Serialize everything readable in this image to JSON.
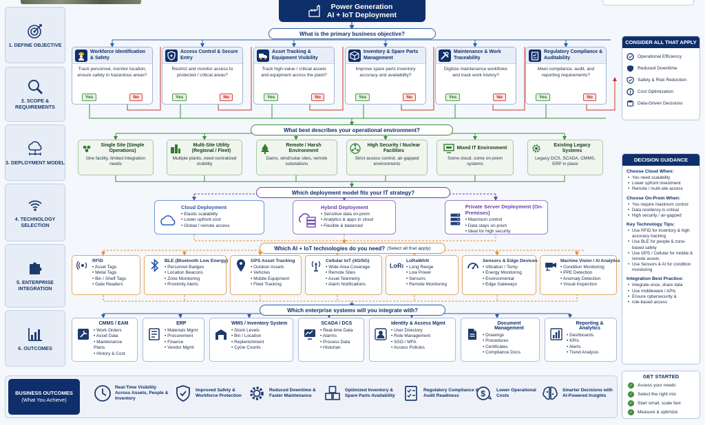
{
  "title": {
    "line1": "Power Generation",
    "line2": "AI + IoT Deployment"
  },
  "stages": [
    {
      "label": "1. DEFINE OBJECTIVE",
      "icon": "target-icon"
    },
    {
      "label": "2. SCOPE & REQUIREMENTS",
      "icon": "magnifier-icon"
    },
    {
      "label": "3. DEPLOYMENT MODEL",
      "icon": "cloud-network-icon"
    },
    {
      "label": "4. TECHNOLOGY SELECTION",
      "icon": "wireless-icon"
    },
    {
      "label": "5. ENTERPRISE INTEGRATION",
      "icon": "puzzle-icon"
    },
    {
      "label": "6. OUTCOMES",
      "icon": "bar-chart-icon"
    }
  ],
  "questions": {
    "q1": "What is the primary business objective?",
    "q2": "What best describes your operational environment?",
    "q3": "Which deployment model fits your IT strategy?",
    "q4": "Which AI + IoT technologies do you need?",
    "q4_sub": "(Select all that apply)",
    "q5": "Which enterprise systems will you integrate with?"
  },
  "objectives": [
    {
      "title": "Workforce Identification & Safety",
      "body": "Track personnel, monitor location, ensure safety in hazardous areas?",
      "yes": "Yes",
      "no": "No",
      "icon": "worker-icon"
    },
    {
      "title": "Access Control & Secure Entry",
      "body": "Restrict and monitor access to protected / critical areas?",
      "yes": "Yes",
      "no": "No",
      "icon": "shield-icon"
    },
    {
      "title": "Asset Tracking & Equipment Visibility",
      "body": "Track high-value / critical assets and equipment across the plant?",
      "yes": "Yes",
      "no": "No",
      "icon": "truck-icon"
    },
    {
      "title": "Inventory & Spare Parts Management",
      "body": "Improve spare parts inventory accuracy and availability?",
      "yes": "Yes",
      "no": "No",
      "icon": "box-icon"
    },
    {
      "title": "Maintenance & Work Traceability",
      "body": "Digitize maintenance workflows and track work history?",
      "yes": "Yes",
      "no": "No",
      "icon": "tools-icon"
    },
    {
      "title": "Regulatory Compliance & Auditability",
      "body": "Meet compliance, audit, and reporting requirements?",
      "yes": "Yes",
      "no": "No",
      "icon": "clipboard-icon"
    }
  ],
  "environments": [
    {
      "title": "Single Site (Simple Operations)",
      "body": "One facility, limited integration needs",
      "icon": "site-icon"
    },
    {
      "title": "Multi-Site Utility (Regional / Fleet)",
      "body": "Multiple plants, need centralized visibility",
      "icon": "buildings-icon"
    },
    {
      "title": "Remote / Harsh Environment",
      "body": "Dams, wind/solar sites, remote substations",
      "icon": "tree-icon"
    },
    {
      "title": "High Security / Nuclear Facilities",
      "body": "Strict access control, air-gapped environments",
      "icon": "radiation-icon"
    },
    {
      "title": "Mixed IT Environment",
      "body": "Some cloud, some on-prem systems",
      "icon": "mixed-icon"
    },
    {
      "title": "Existing Legacy Systems",
      "body": "Legacy DCS, SCADA, CMMS, ERP in place",
      "icon": "gear-icon"
    }
  ],
  "deployments": [
    {
      "title": "Cloud Deployment",
      "items": [
        "Elastic scalability",
        "Lower upfront cost",
        "Global / remote access"
      ],
      "icon": "cloud-icon",
      "color": "#2a5cad"
    },
    {
      "title": "Hybrid Deployment",
      "items": [
        "Sensitive data on-prem",
        "Analytics & apps in cloud",
        "Flexible & balanced"
      ],
      "icon": "hybrid-icon",
      "color": "#6a3fa8"
    },
    {
      "title": "Private Server Deployment (On-Premises)",
      "items": [
        "Maximum control",
        "Data stays on-prem",
        "Ideal for high security"
      ],
      "icon": "server-icon",
      "color": "#6a3fa8"
    }
  ],
  "technologies": [
    {
      "title": "RFID",
      "items": [
        "Asset Tags",
        "Metal Tags",
        "Bin / Shelf Tags",
        "Gate Readers"
      ],
      "icon": "rfid-icon"
    },
    {
      "title": "BLE (Bluetooth Low Energy)",
      "items": [
        "Personnel Badges",
        "Location Beacons",
        "Zone Monitoring",
        "Proximity Alerts"
      ],
      "icon": "bluetooth-icon"
    },
    {
      "title": "GPS Asset Tracking",
      "items": [
        "Outdoor Assets",
        "Vehicles",
        "Mobile Equipment",
        "Fleet Tracking"
      ],
      "icon": "pin-icon"
    },
    {
      "title": "Cellular IoT (4G/5G)",
      "items": [
        "Wide Area Coverage",
        "Remote Sites",
        "Asset Telemetry",
        "Alarm Notifications"
      ],
      "icon": "antenna-icon"
    },
    {
      "title": "LoRaWAN",
      "items": [
        "Long Range",
        "Low Power",
        "Sensors",
        "Remote Monitoring"
      ],
      "icon": "lora-icon"
    },
    {
      "title": "Sensors & Edge Devices",
      "items": [
        "Vibration / Temp",
        "Energy Monitoring",
        "Environmental",
        "Edge Gateways"
      ],
      "icon": "gauge-icon"
    },
    {
      "title": "Machine Vision / AI Analytics",
      "items": [
        "Condition Monitoring",
        "PPE Detection",
        "Anomaly Detection",
        "Visual Inspection"
      ],
      "icon": "camera-icon"
    }
  ],
  "enterprise": [
    {
      "title": "CMMS / EAM",
      "items": [
        "Work Orders",
        "Asset Data",
        "Maintenance Plans",
        "History & Cost"
      ],
      "icon": "wrench-icon"
    },
    {
      "title": "ERP",
      "items": [
        "Materials Mgmt",
        "Procurement",
        "Finance",
        "Vendor Mgmt"
      ],
      "icon": "ledger-icon"
    },
    {
      "title": "WMS / Inventory System",
      "items": [
        "Stock Levels",
        "Bin / Location",
        "Replenishment",
        "Cycle Counts"
      ],
      "icon": "warehouse-icon"
    },
    {
      "title": "SCADA / DCS",
      "items": [
        "Real-time Data",
        "Alarms",
        "Process Data",
        "Historian"
      ],
      "icon": "control-icon"
    },
    {
      "title": "Identity & Access Mgmt",
      "items": [
        "User Directory",
        "Role Management",
        "SSO / MFA",
        "Access Policies"
      ],
      "icon": "user-icon"
    },
    {
      "title": "Document Management",
      "items": [
        "Drawings",
        "Procedures",
        "Certificates",
        "Compliance Docs"
      ],
      "icon": "document-icon"
    },
    {
      "title": "Reporting & Analytics",
      "items": [
        "Dashboards",
        "KPIs",
        "Alerts",
        "Trend Analysis"
      ],
      "icon": "chart-icon"
    }
  ],
  "outcomes": {
    "label": "BUSINESS OUTCOMES",
    "sublabel": "(What You Achieve)",
    "items": [
      {
        "text": "Real-Time Visibility Across Assets, People & Inventory",
        "icon": "clock-icon"
      },
      {
        "text": "Improved Safety & Workforce Protection",
        "icon": "shield-check-icon"
      },
      {
        "text": "Reduced Downtime & Faster Maintenance",
        "icon": "cog-icon"
      },
      {
        "text": "Optimized Inventory & Spare Parts Availability",
        "icon": "boxes-icon"
      },
      {
        "text": "Regulatory Compliance & Audit Readiness",
        "icon": "checklist-icon"
      },
      {
        "text": "Lower Operational Costs",
        "icon": "dollar-icon"
      },
      {
        "text": "Smarter Decisions with AI-Powered Insights",
        "icon": "brain-icon"
      }
    ]
  },
  "consider": {
    "title": "CONSIDER ALL THAT APPLY",
    "items": [
      "Operational Efficiency",
      "Reduced Downtime",
      "Safety & Risk Reduction",
      "Cost Optimization",
      "Data-Driven Decisions"
    ]
  },
  "guidance": {
    "title": "DECISION GUIDANCE",
    "sections": [
      {
        "heading": "Choose Cloud When:",
        "items": [
          "You need scalability",
          "Lower upfront investment",
          "Remote / multi-site access"
        ]
      },
      {
        "heading": "Choose On-Prem When:",
        "items": [
          "You require maximum control",
          "Data residency is critical",
          "High security / air-gapped"
        ]
      },
      {
        "heading": "Key Technology Tips:",
        "items": [
          "Use RFID for inventory & high accuracy tracking",
          "Use BLE for people & zone-based safety",
          "Use GPS / Cellular for mobile & remote assets",
          "Use Sensors & AI for condition monitoring"
        ]
      },
      {
        "heading": "Integration Best Practice:",
        "items": [
          "Integrate once, share data",
          "Use middleware / APIs",
          "Ensure cybersecurity &",
          "role-based access"
        ]
      }
    ]
  },
  "started": {
    "title": "GET STARTED",
    "items": [
      "Assess your needs",
      "Select the right mix",
      "Start small, scale fast",
      "Measure & optimize"
    ]
  },
  "colors": {
    "navy": "#0f2f6b",
    "blue": "#2a5cad",
    "green": "#3b8e3a",
    "red": "#c73329",
    "orange": "#e0903a",
    "purple": "#6a3fa8"
  }
}
